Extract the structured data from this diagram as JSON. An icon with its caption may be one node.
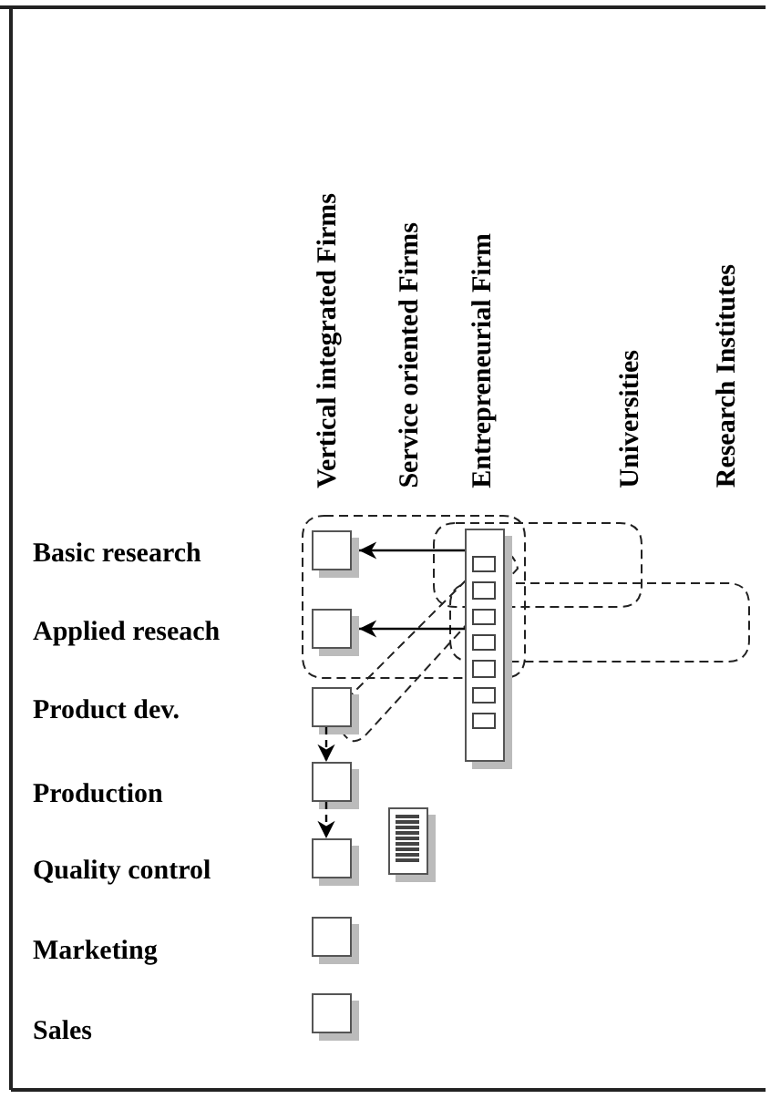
{
  "diagram": {
    "nodes": [
      {
        "text": [],
        "shape": "box"
      },
      {
        "text": [],
        "shape": "box"
      },
      {
        "text": [],
        "shape": "box"
      },
      {
        "text": [],
        "shape": "box"
      },
      {
        "text": [],
        "shape": "box"
      },
      {
        "text": [],
        "shape": "box"
      },
      {
        "text": [],
        "shape": "box"
      },
      {
        "text": [],
        "shape": "bar"
      },
      {
        "text": [],
        "shape": "bar"
      }
    ],
    "edges": [
      {
        "from": 7,
        "to": 0,
        "arrow": "to"
      },
      {
        "from": 7,
        "to": 1,
        "arrow": "to"
      },
      {
        "from": 2,
        "to": 3,
        "arrow": "to",
        "style": "dashed"
      },
      {
        "from": 3,
        "to": 4,
        "arrow": "to",
        "style": "dashed"
      }
    ],
    "labels": [
      "Vertical integrated Firms",
      "Service oriented Firms",
      "Entrepreneurial Firm",
      "Universities",
      "Research Institutes",
      "Basic research",
      "Applied reseach",
      "Product dev.",
      "Production",
      "Quality control",
      "Marketing",
      "Sales"
    ]
  }
}
